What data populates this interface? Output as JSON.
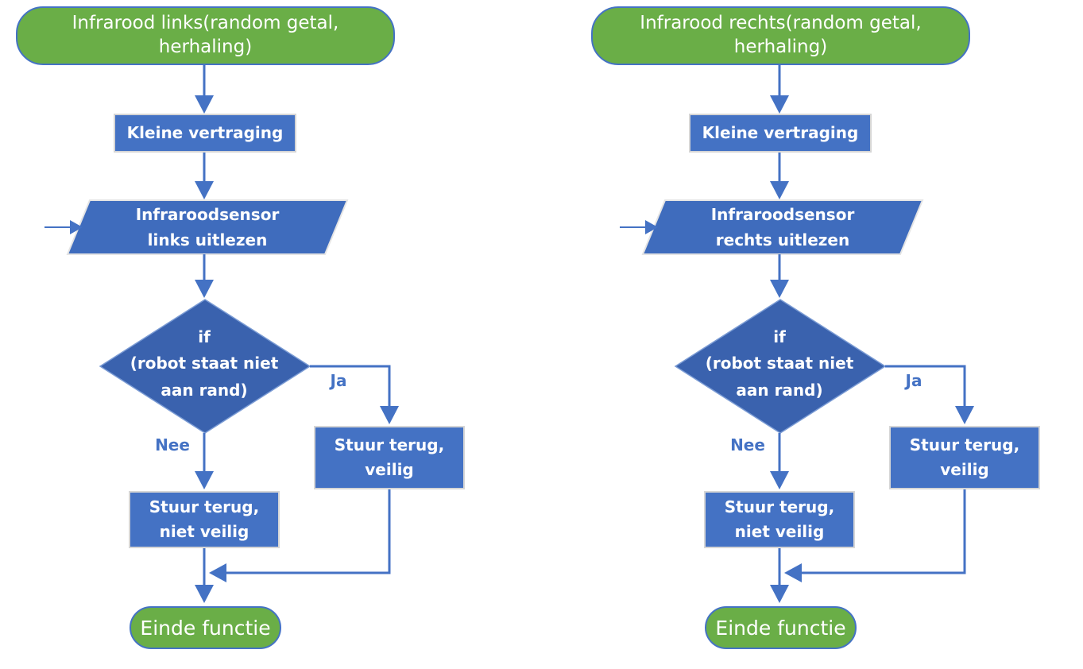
{
  "palette": {
    "terminator_fill": "#6aae47",
    "terminator_border": "#4472c4",
    "process_fill": "#4472c4",
    "process_border": "#d6d6d6",
    "io_fill": "#3f6cbd",
    "io_border": "#e4e4e4",
    "decision_fill": "#3a62ae",
    "decision_border": "#7a9bd4",
    "connector": "#4472c4",
    "branch_label_color": "#4472c4",
    "shape_text_color": "#ffffff",
    "background": "#ffffff"
  },
  "charts": [
    {
      "id": "infrarood-links",
      "start_label": "Infrarood links(random getal,\nherhaling)",
      "delay_label": "Kleine vertraging",
      "io_label": "Infraroodsensor\nlinks uitlezen",
      "decision_label": "if\n(robot staat niet\naan rand)",
      "yes_label": "Ja",
      "no_label": "Nee",
      "yes_box_label": "Stuur terug,\nveilig",
      "no_box_label": "Stuur terug,\nniet veilig",
      "end_label": "Einde functie"
    },
    {
      "id": "infrarood-rechts",
      "start_label": "Infrarood rechts(random getal,\nherhaling)",
      "delay_label": "Kleine vertraging",
      "io_label": "Infraroodsensor\nrechts uitlezen",
      "decision_label": "if\n(robot staat niet\naan rand)",
      "yes_label": "Ja",
      "no_label": "Nee",
      "yes_box_label": "Stuur terug,\nveilig",
      "no_box_label": "Stuur terug,\nniet veilig",
      "end_label": "Einde functie"
    }
  ]
}
